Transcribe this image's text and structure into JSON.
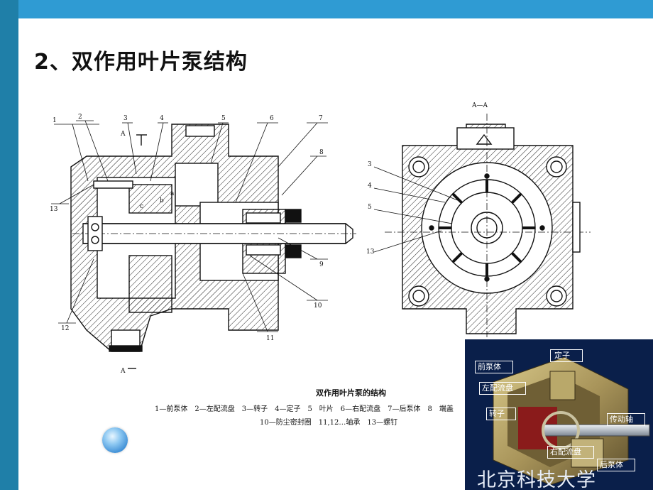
{
  "slide": {
    "title": "2、双作用叶片泵结构"
  },
  "drawing": {
    "left_labels": [
      "1",
      "2",
      "3",
      "4",
      "5",
      "6",
      "7",
      "8",
      "9",
      "10",
      "11",
      "12",
      "13"
    ],
    "small_labels": [
      "a",
      "b",
      "c"
    ],
    "section_marks": [
      "A",
      "A"
    ],
    "right_view_title": "A—A",
    "right_labels": [
      "3",
      "4",
      "5",
      "13"
    ],
    "caption_title": "双作用叶片泵的结构",
    "legend_line1": "1—前泵体　2—左配流盘　3—转子　4—定子　5　叶片　6—右配流盘　7—后泵体　8　端盖",
    "legend_line2": "10—防尘密封圈　11,12…轴承　13—螺钉"
  },
  "photo": {
    "labels": {
      "stator": "定子",
      "front_body": "前泵体",
      "left_plate": "左配流盘",
      "rotor": "转子",
      "drive_shaft": "传动轴",
      "right_plate": "右配流盘",
      "rear_body": "后泵体"
    },
    "watermark": "北京科技大学"
  },
  "colors": {
    "bar_left": "#1f7fa8",
    "bar_top": "#2f9bd3",
    "photo_bg": "#0a1f4a"
  }
}
